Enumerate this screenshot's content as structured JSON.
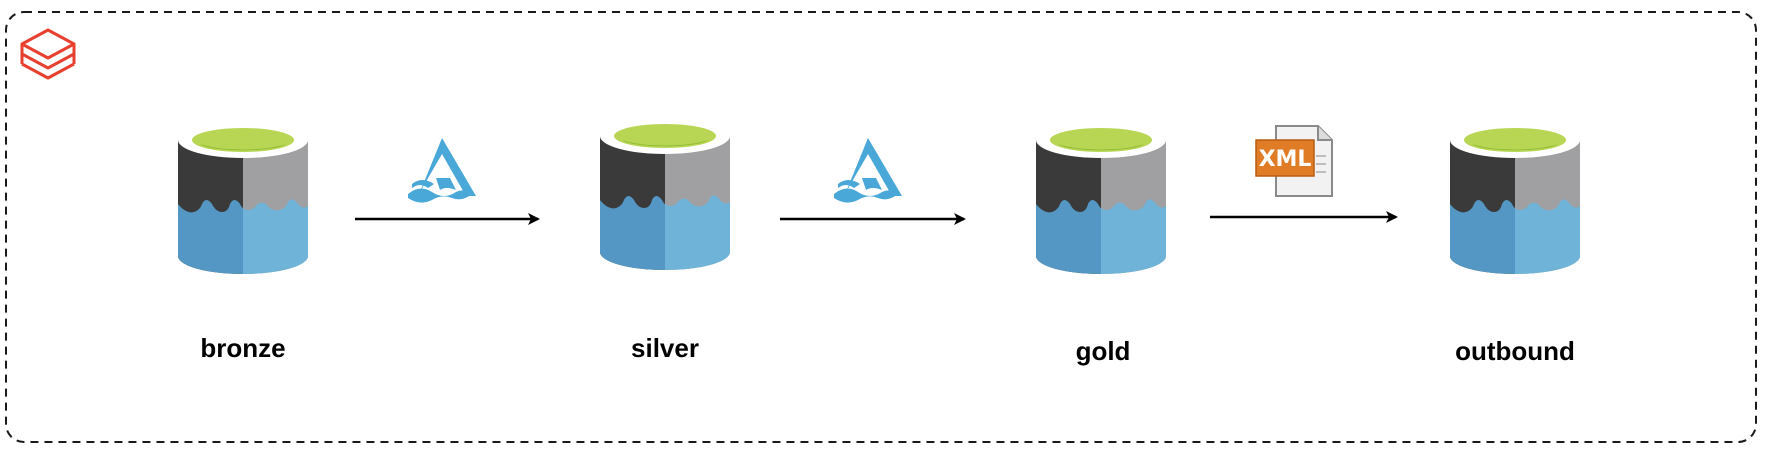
{
  "colors": {
    "border": "#1a1a1a",
    "logo": "#e8402f",
    "cyl_dark": "#3a3a3a",
    "cyl_gray": "#a0a0a2",
    "cyl_blue_dark": "#5597c4",
    "cyl_blue_light": "#6fb3d8",
    "cyl_top_light": "#b8d654",
    "cyl_top_dark": "#8cba35",
    "transform_icon": "#4aa8d8",
    "xml_orange": "#e07b26",
    "arrow": "#000000"
  },
  "logo_icon": "layered-stack-icon",
  "stages": [
    {
      "name": "bronze",
      "label": "bronze",
      "icon": "storage-cylinder-icon"
    },
    {
      "name": "silver",
      "label": "silver",
      "icon": "storage-cylinder-icon"
    },
    {
      "name": "gold",
      "label": "gold",
      "icon": "storage-cylinder-icon"
    },
    {
      "name": "outbound",
      "label": "outbound",
      "icon": "storage-cylinder-icon"
    }
  ],
  "connectors": [
    {
      "from": "bronze",
      "to": "silver",
      "icon": "delta-transform-icon"
    },
    {
      "from": "silver",
      "to": "gold",
      "icon": "delta-transform-icon"
    },
    {
      "from": "gold",
      "to": "outbound",
      "icon": "xml-file-icon",
      "icon_text": "XML"
    }
  ]
}
